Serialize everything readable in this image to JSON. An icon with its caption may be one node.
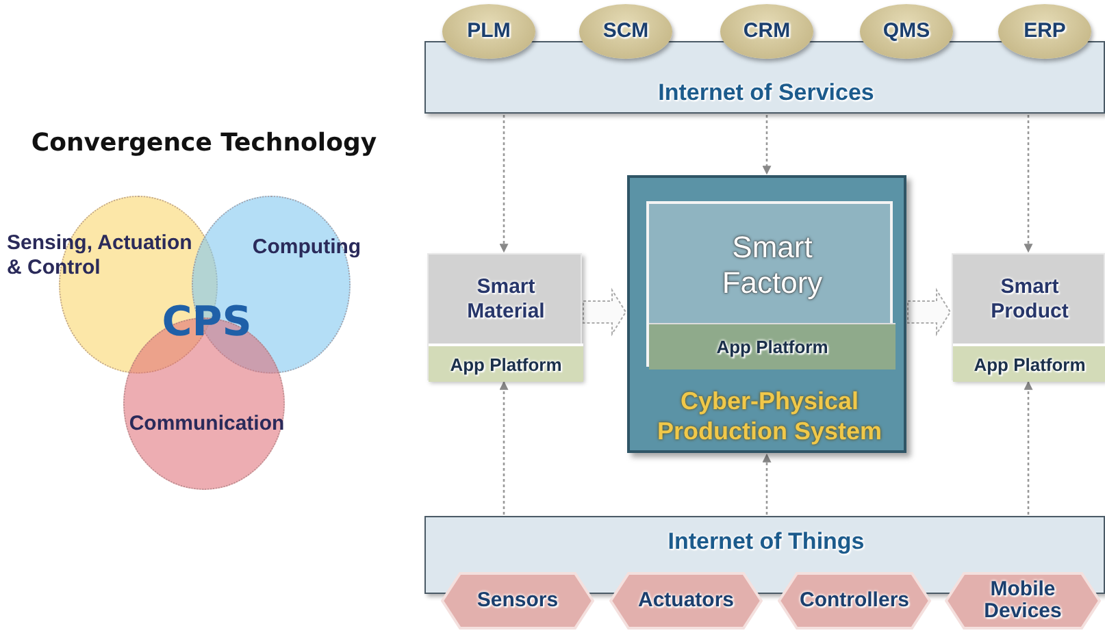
{
  "diagram": {
    "nodes": [
      {
        "text": [
          "Sensing, Actuation & Control"
        ]
      },
      {
        "text": [
          "Computing"
        ]
      },
      {
        "text": [
          "Communication"
        ]
      },
      {
        "text": [
          "Internet of Services"
        ]
      },
      {
        "text": [
          "PLM"
        ]
      },
      {
        "text": [
          "SCM"
        ]
      },
      {
        "text": [
          "CRM"
        ]
      },
      {
        "text": [
          "QMS"
        ]
      },
      {
        "text": [
          "ERP"
        ]
      },
      {
        "text": [
          "Smart Material"
        ]
      },
      {
        "text": [
          "App Platform"
        ],
        "in": 9
      },
      {
        "text": [
          "Cyber-Physical Production System"
        ]
      },
      {
        "text": [
          "Smart Factory"
        ],
        "in": 11
      },
      {
        "text": [
          "App Platform"
        ],
        "in": 12
      },
      {
        "text": [
          "Smart Product"
        ]
      },
      {
        "text": [
          "App Platform"
        ],
        "in": 14
      },
      {
        "text": [
          "Internet of Things"
        ]
      },
      {
        "text": [
          "Sensors"
        ]
      },
      {
        "text": [
          "Actuators"
        ]
      },
      {
        "text": [
          "Controllers"
        ]
      },
      {
        "text": [
          "Mobile Devices"
        ]
      }
    ],
    "edges": [
      {
        "from": 3,
        "to": 9,
        "arrow": "to",
        "style": "dashed"
      },
      {
        "from": 3,
        "to": 11,
        "arrow": "to",
        "style": "dashed"
      },
      {
        "from": 3,
        "to": 14,
        "arrow": "to",
        "style": "dashed"
      },
      {
        "from": 16,
        "to": 10,
        "arrow": "to",
        "style": "dashed"
      },
      {
        "from": 16,
        "to": 11,
        "arrow": "to",
        "style": "dashed"
      },
      {
        "from": 16,
        "to": 15,
        "arrow": "to",
        "style": "dashed"
      },
      {
        "from": 9,
        "to": 11,
        "arrow": "to"
      },
      {
        "from": 11,
        "to": 14,
        "arrow": "to"
      }
    ],
    "labels": [
      "Convergence Technology",
      "CPS"
    ]
  }
}
